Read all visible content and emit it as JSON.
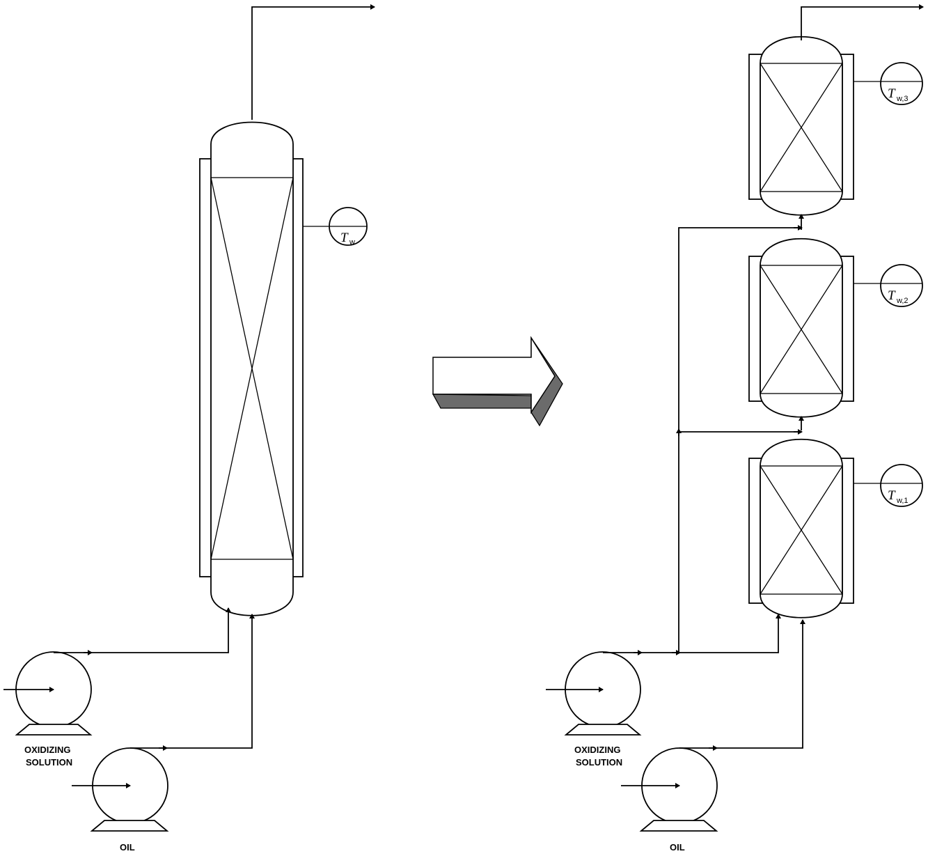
{
  "left": {
    "labels": {
      "tw": "T",
      "tw_sub": "w",
      "pump_oxidizing_line1": "OXIDIZING",
      "pump_oxidizing_line2": "SOLUTION",
      "pump_oil": "OIL"
    }
  },
  "right": {
    "labels": {
      "tw3": "T",
      "tw3_sub": "w,3",
      "tw2": "T",
      "tw2_sub": "w,2",
      "tw1": "T",
      "tw1_sub": "w,1",
      "pump_oxidizing_line1": "OXIDIZING",
      "pump_oxidizing_line2": "SOLUTION",
      "pump_oil": "OIL"
    }
  },
  "colors": {
    "line": "#000000",
    "arrow_face": "#ffffff",
    "arrow_shade": "#6b6b6b"
  }
}
